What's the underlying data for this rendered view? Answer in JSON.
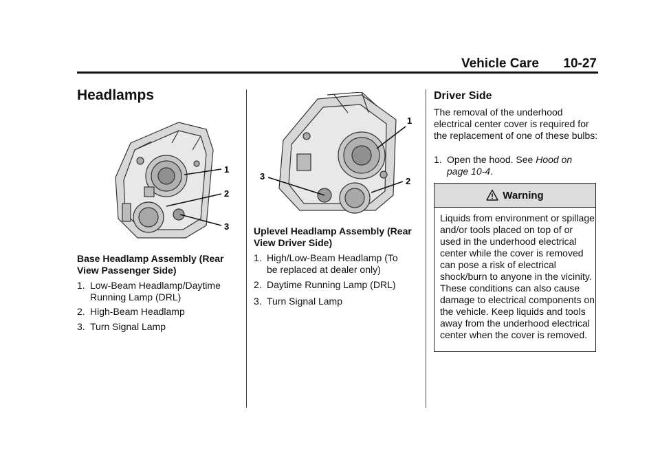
{
  "header": {
    "section": "Vehicle Care",
    "page": "10-27"
  },
  "left": {
    "title": "Headlamps",
    "figure": {
      "callouts": [
        "1",
        "2",
        "3"
      ]
    },
    "caption": "Base Headlamp Assembly (Rear View Passenger Side)",
    "items": [
      {
        "num": "1.",
        "text": "Low-Beam Headlamp/Daytime Running Lamp (DRL)"
      },
      {
        "num": "2.",
        "text": "High-Beam Headlamp"
      },
      {
        "num": "3.",
        "text": "Turn Signal Lamp"
      }
    ]
  },
  "middle": {
    "figure": {
      "callouts": [
        "1",
        "2",
        "3"
      ]
    },
    "caption": "Uplevel Headlamp Assembly (Rear View Driver Side)",
    "items": [
      {
        "num": "1.",
        "text": "High/Low-Beam Headlamp (To be replaced at dealer only)"
      },
      {
        "num": "2.",
        "text": "Daytime Running Lamp (DRL)"
      },
      {
        "num": "3.",
        "text": "Turn Signal Lamp"
      }
    ]
  },
  "right": {
    "title": "Driver Side",
    "intro": "The removal of the underhood electrical center cover is required for the replacement of one of these bulbs:",
    "step": {
      "num": "1.",
      "text": "Open the hood. See",
      "link": "Hood on page 10-4",
      "end": "."
    },
    "warning": {
      "title": "Warning",
      "body": "Liquids from environment or spillage and/or tools placed on top of or used in the underhood electrical center while the cover is removed can pose a risk of electrical shock/burn to anyone in the vicinity. These conditions can also cause damage to electrical components on the vehicle. Keep liquids and tools away from the underhood electrical center when the cover is removed."
    }
  }
}
